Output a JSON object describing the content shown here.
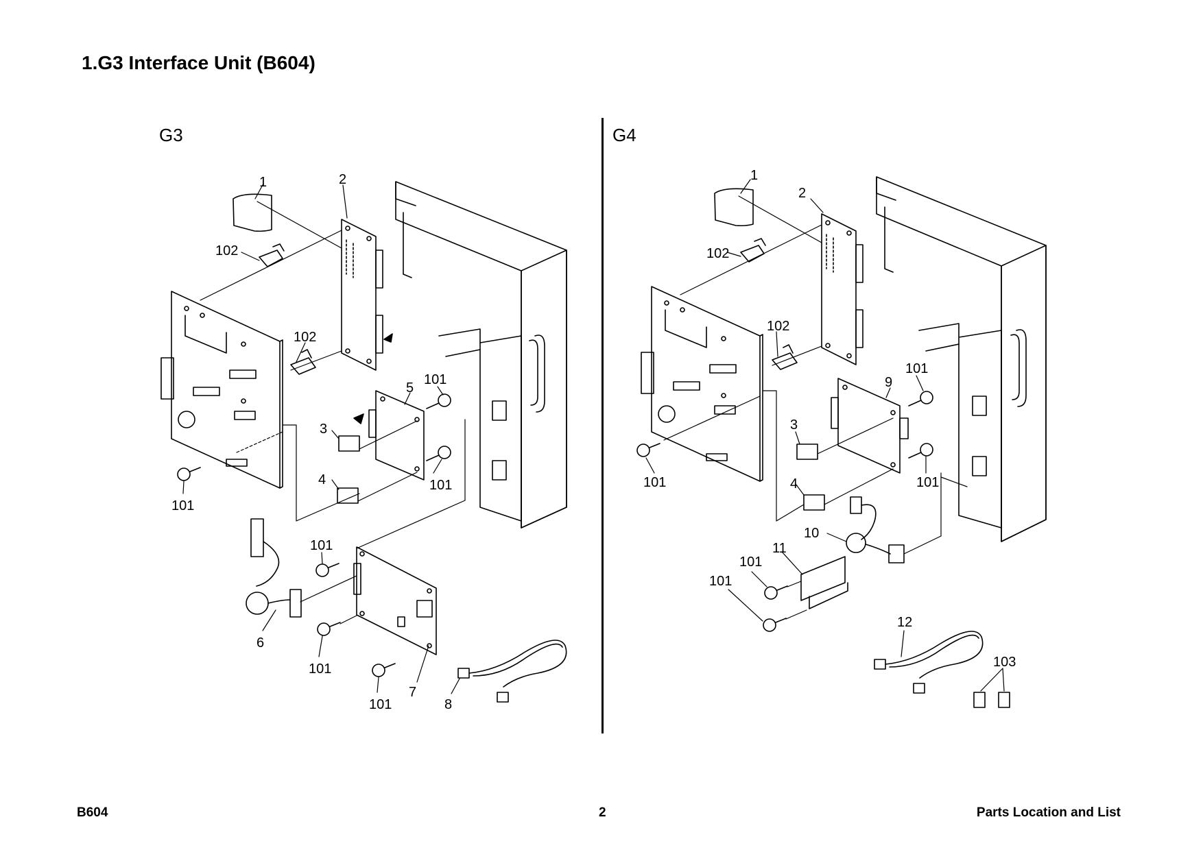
{
  "page": {
    "title": "1.G3 Interface Unit (B604)",
    "footer_left": "B604",
    "footer_center": "2",
    "footer_right": "Parts Location and List"
  },
  "diagrams": {
    "g3": {
      "label": "G3",
      "callouts": [
        "1",
        "2",
        "102",
        "102",
        "5",
        "101",
        "3",
        "4",
        "101",
        "101",
        "101",
        "6",
        "101",
        "101",
        "7",
        "8"
      ]
    },
    "g4": {
      "label": "G4",
      "callouts": [
        "1",
        "2",
        "102",
        "102",
        "101",
        "9",
        "3",
        "4",
        "101",
        "101",
        "10",
        "11",
        "101",
        "101",
        "12",
        "103"
      ]
    }
  }
}
